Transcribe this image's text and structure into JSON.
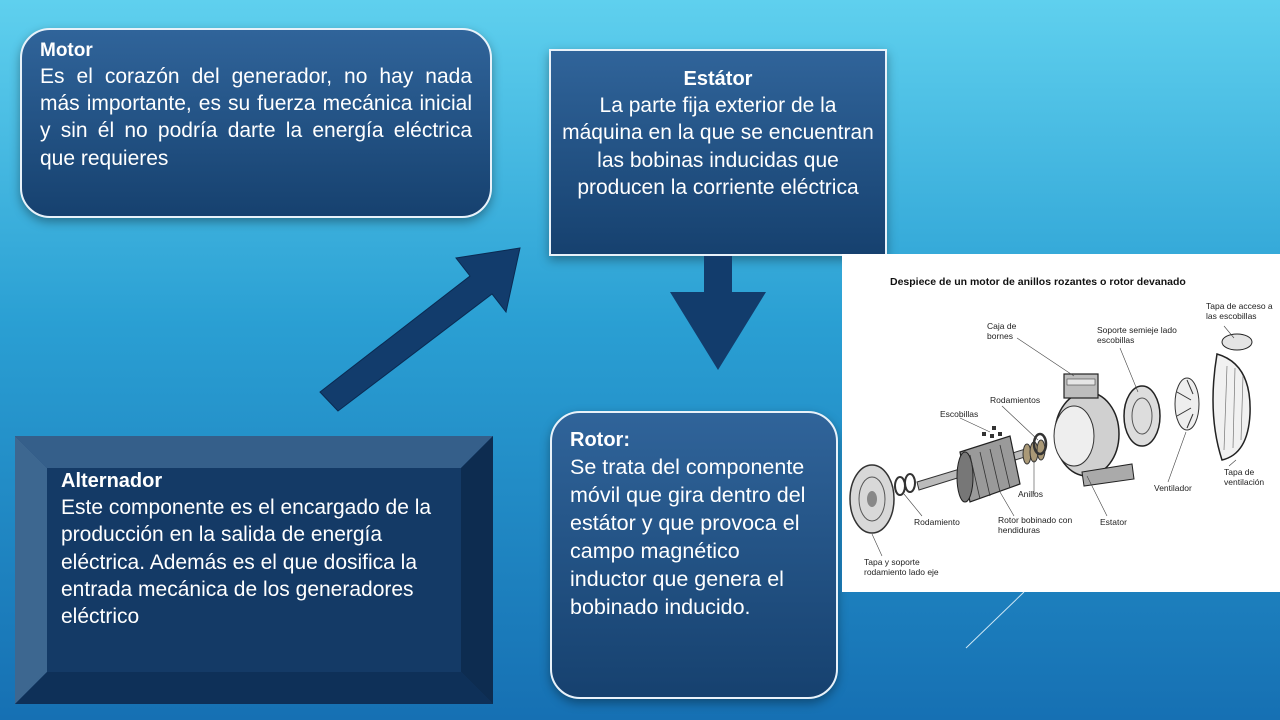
{
  "motor": {
    "title": "Motor",
    "body": "Es el corazón del generador, no hay nada más importante, es su fuerza mecánica inicial y sin él no podría darte la energía eléctrica que requieres"
  },
  "estator": {
    "title": "Estátor",
    "body": "La parte fija exterior de la máquina en la que se encuentran las bobinas inducidas que producen la corriente eléctrica"
  },
  "rotor": {
    "title": "Rotor:",
    "body": "Se trata del componente móvil que gira dentro del estátor y que provoca el campo magnético inductor que genera el bobinado inducido."
  },
  "alternador": {
    "title": "Alternador",
    "body": "Este componente es el encargado de la producción en la salida de energía eléctrica. Además es el que dosifica la entrada mecánica de los generadores eléctrico"
  },
  "diagram": {
    "title": "Despiece de un motor de anillos rozantes o rotor devanado",
    "labels": {
      "caja": "Caja de bornes",
      "soporte": "Soporte semieje lado escobillas",
      "tapa_acceso": "Tapa de acceso a las escobillas",
      "rodamientos": "Rodamientos",
      "escobillas": "Escobillas",
      "tapa_vent": "Tapa de ventilación",
      "ventilador": "Ventilador",
      "anillos": "Anillos",
      "rotor_bob": "Rotor bobinado con hendiduras",
      "estator": "Estator",
      "rodamiento": "Rodamiento",
      "tapa_soporte": "Tapa y soporte rodamiento lado eje"
    }
  },
  "colors": {
    "box_top": "#30649a",
    "box_bottom": "#16416f",
    "arrow": "#123c6c"
  }
}
